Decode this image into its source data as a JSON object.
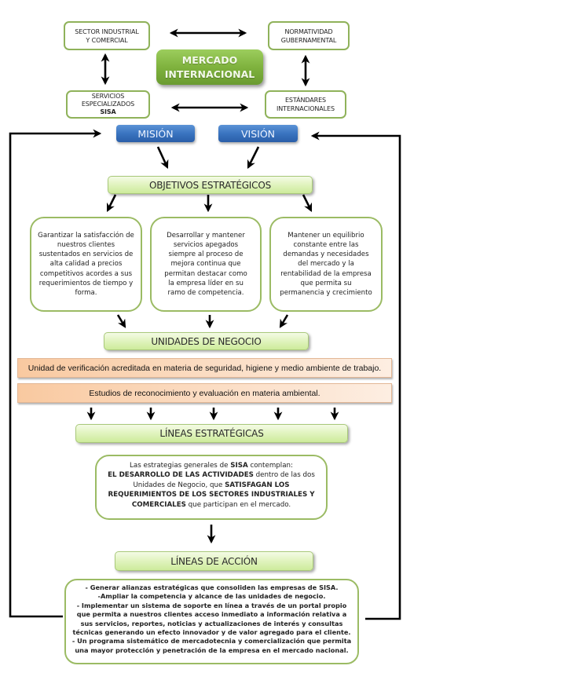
{
  "top": {
    "sector_industrial": [
      "SECTOR INDUSTRIAL",
      "Y COMERCIAL"
    ],
    "normatividad": [
      "NORMATIVIDAD",
      "GUBERNAMENTAL"
    ],
    "mercado": [
      "MERCADO",
      "INTERNACIONAL"
    ],
    "servicios": [
      "SERVICIOS",
      "ESPECIALIZADOS",
      "SISA"
    ],
    "estandares": [
      "ESTÁNDARES",
      "INTERNACIONALES"
    ]
  },
  "mision": "MISIÓN",
  "vision": "VISIÓN",
  "objetivos": {
    "title": "OBJETIVOS ESTRATÉGICOS",
    "items": [
      "Garantizar la satisfacción de nuestros clientes sustentados en servicios de alta calidad a precios competitivos acordes a sus requerimientos de tiempo y forma.",
      "Desarrollar y mantener servicios apegados siempre al proceso de mejora continua que permitan destacar como la empresa líder en su ramo de competencia.",
      "Mantener un equilibrio constante entre las demandas y necesidades del mercado y la rentabilidad de la empresa que permita su permanencia y crecimiento"
    ]
  },
  "unidades": {
    "title": "UNIDADES DE NEGOCIO",
    "items": [
      "Unidad de verificación acreditada en materia de seguridad, higiene y medio ambiente de trabajo.",
      "Estudios de reconocimiento y evaluación en materia ambiental."
    ]
  },
  "lineas_estrategicas": {
    "title": "LÍNEAS ESTRATÉGICAS",
    "text_parts": {
      "p1": "Las estrategias generales de ",
      "p1b": "SISA",
      "p1c": " contemplan:",
      "p2b": "EL DESARROLLO DE LAS ACTIVIDADES",
      "p2c": " dentro de las dos Unidades de Negocio, que ",
      "p3b": "SATISFAGAN LOS REQUERIMIENTOS DE LOS SECTORES INDUSTRIALES Y COMERCIALES",
      "p3c": " que participan en el mercado."
    }
  },
  "lineas_accion": {
    "title": "LÍNEAS DE ACCIÓN",
    "items": [
      "- Generar alianzas estratégicas que consoliden las empresas de SISA.",
      "-Ampliar la competencia y alcance de las unidades de negocio.",
      "- Implementar un sistema de soporte en línea a través de un portal propio que permita a nuestros clientes acceso inmediato a información relativa a sus servicios, reportes, noticias y actualizaciones de interés y consultas técnicas generando un efecto innovador y de valor agregado para el cliente.",
      "- Un programa sistemático de mercadotecnia y comercialización que permita una mayor protección y penetración de la empresa en el mercado nacional."
    ]
  }
}
